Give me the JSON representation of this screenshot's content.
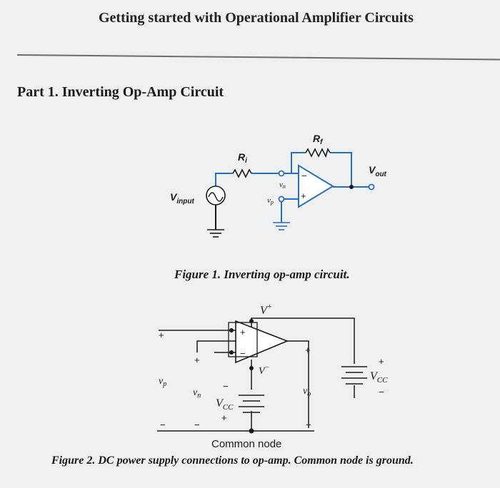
{
  "document": {
    "title": "Getting started with Operational Amplifier Circuits",
    "section_title": "Part 1. Inverting Op-Amp Circuit"
  },
  "figure1": {
    "caption": "Figure 1. Inverting op-amp circuit.",
    "labels": {
      "rf": "R",
      "rf_sub": "f",
      "ri": "R",
      "ri_sub": "i",
      "vout": "V",
      "vout_sub": "out",
      "vinput": "V",
      "vinput_sub": "input",
      "vn": "v",
      "vn_sub": "n",
      "vp": "v",
      "vp_sub": "p",
      "minus": "−",
      "plus": "+"
    },
    "colors": {
      "wire": "#2b6fb8",
      "component": "#1a1a1a"
    }
  },
  "figure2": {
    "caption": "Figure 2. DC power supply connections to op-amp. Common node is ground.",
    "labels": {
      "vplus": "V",
      "vplus_sup": "+",
      "vminus": "V",
      "vminus_sup": "−",
      "vp": "v",
      "vp_sub": "p",
      "vn": "v",
      "vn_sub": "n",
      "vo": "v",
      "vo_sub": "o",
      "vcc_left": "V",
      "vcc_left_sub": "CC",
      "vcc_right": "V",
      "vcc_right_sub": "CC",
      "common_node": "Common node",
      "plus": "+",
      "minus": "−"
    }
  }
}
